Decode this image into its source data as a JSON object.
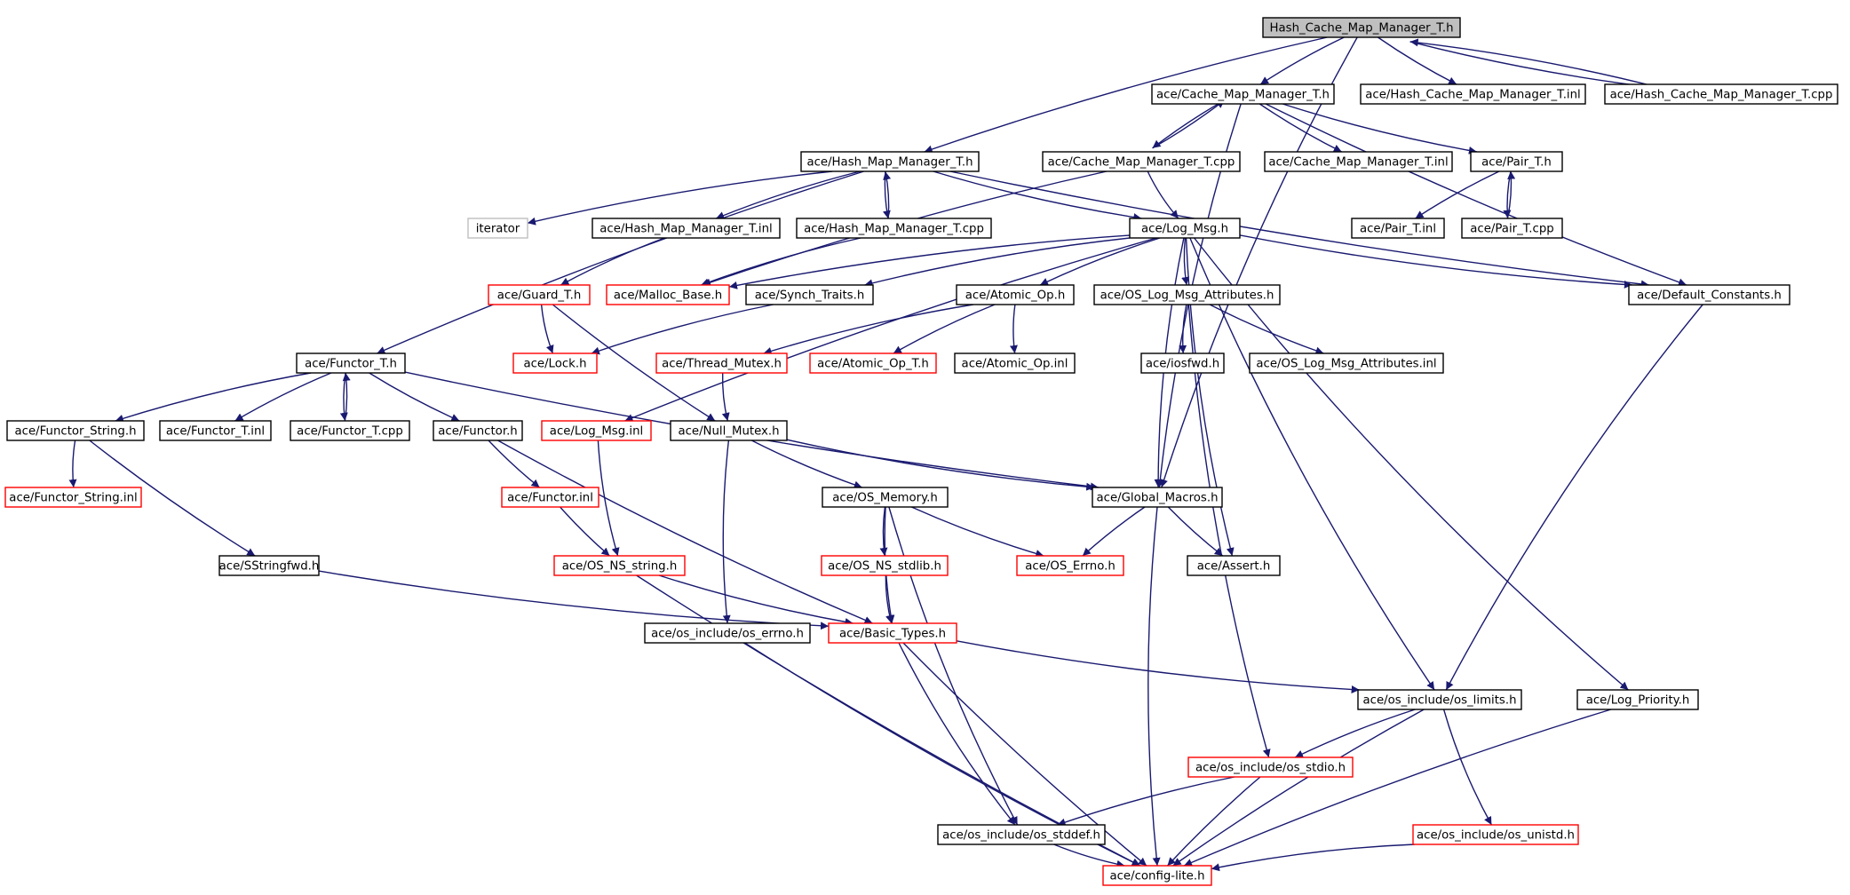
{
  "title": "Hash_Cache_Map_Manager_T.h",
  "colors": {
    "edge": "#191970",
    "root_fill": "#bfbfbf",
    "box_black": "#000000",
    "box_red": "#ff0000",
    "box_gray": "#bfbfbf"
  },
  "nodes": [
    {
      "id": "root",
      "label": "Hash_Cache_Map_Manager_T.h",
      "style": "root"
    },
    {
      "id": "cmm_h",
      "label": "ace/Cache_Map_Manager_T.h",
      "style": "black"
    },
    {
      "id": "hcmm_inl",
      "label": "ace/Hash_Cache_Map_Manager_T.inl",
      "style": "black"
    },
    {
      "id": "hcmm_cpp",
      "label": "ace/Hash_Cache_Map_Manager_T.cpp",
      "style": "black"
    },
    {
      "id": "hmm_h",
      "label": "ace/Hash_Map_Manager_T.h",
      "style": "black"
    },
    {
      "id": "cmm_cpp",
      "label": "ace/Cache_Map_Manager_T.cpp",
      "style": "black"
    },
    {
      "id": "cmm_inl",
      "label": "ace/Cache_Map_Manager_T.inl",
      "style": "black"
    },
    {
      "id": "pair_h",
      "label": "ace/Pair_T.h",
      "style": "black"
    },
    {
      "id": "iterator",
      "label": "iterator",
      "style": "gray"
    },
    {
      "id": "hmm_inl",
      "label": "ace/Hash_Map_Manager_T.inl",
      "style": "black"
    },
    {
      "id": "hmm_cpp",
      "label": "ace/Hash_Map_Manager_T.cpp",
      "style": "black"
    },
    {
      "id": "logmsg_h",
      "label": "ace/Log_Msg.h",
      "style": "black"
    },
    {
      "id": "pair_inl",
      "label": "ace/Pair_T.inl",
      "style": "black"
    },
    {
      "id": "pair_cpp",
      "label": "ace/Pair_T.cpp",
      "style": "black"
    },
    {
      "id": "guard",
      "label": "ace/Guard_T.h",
      "style": "red"
    },
    {
      "id": "malloc",
      "label": "ace/Malloc_Base.h",
      "style": "red"
    },
    {
      "id": "synch",
      "label": "ace/Synch_Traits.h",
      "style": "black"
    },
    {
      "id": "atomic_h",
      "label": "ace/Atomic_Op.h",
      "style": "black"
    },
    {
      "id": "oslma_h",
      "label": "ace/OS_Log_Msg_Attributes.h",
      "style": "black"
    },
    {
      "id": "defconst",
      "label": "ace/Default_Constants.h",
      "style": "black"
    },
    {
      "id": "functor_t_h",
      "label": "ace/Functor_T.h",
      "style": "black"
    },
    {
      "id": "lock",
      "label": "ace/Lock.h",
      "style": "red"
    },
    {
      "id": "thread_mutex",
      "label": "ace/Thread_Mutex.h",
      "style": "red"
    },
    {
      "id": "atomic_t",
      "label": "ace/Atomic_Op_T.h",
      "style": "red"
    },
    {
      "id": "atomic_inl",
      "label": "ace/Atomic_Op.inl",
      "style": "black"
    },
    {
      "id": "iosfwd",
      "label": "ace/iosfwd.h",
      "style": "black"
    },
    {
      "id": "oslma_inl",
      "label": "ace/OS_Log_Msg_Attributes.inl",
      "style": "black"
    },
    {
      "id": "functor_string_h",
      "label": "ace/Functor_String.h",
      "style": "black"
    },
    {
      "id": "functor_t_inl",
      "label": "ace/Functor_T.inl",
      "style": "black"
    },
    {
      "id": "functor_t_cpp",
      "label": "ace/Functor_T.cpp",
      "style": "black"
    },
    {
      "id": "functor_h",
      "label": "ace/Functor.h",
      "style": "black"
    },
    {
      "id": "logmsg_inl",
      "label": "ace/Log_Msg.inl",
      "style": "red"
    },
    {
      "id": "null_mutex",
      "label": "ace/Null_Mutex.h",
      "style": "black"
    },
    {
      "id": "functor_string_inl",
      "label": "ace/Functor_String.inl",
      "style": "red"
    },
    {
      "id": "functor_inl",
      "label": "ace/Functor.inl",
      "style": "red"
    },
    {
      "id": "os_memory",
      "label": "ace/OS_Memory.h",
      "style": "black"
    },
    {
      "id": "global_macros",
      "label": "ace/Global_Macros.h",
      "style": "black"
    },
    {
      "id": "sstringfwd",
      "label": "ace/SStringfwd.h",
      "style": "black"
    },
    {
      "id": "os_ns_string",
      "label": "ace/OS_NS_string.h",
      "style": "red"
    },
    {
      "id": "os_ns_stdlib",
      "label": "ace/OS_NS_stdlib.h",
      "style": "red"
    },
    {
      "id": "os_errno_ace",
      "label": "ace/OS_Errno.h",
      "style": "red"
    },
    {
      "id": "assert",
      "label": "ace/Assert.h",
      "style": "black"
    },
    {
      "id": "os_errno",
      "label": "ace/os_include/os_errno.h",
      "style": "black"
    },
    {
      "id": "basic_types",
      "label": "ace/Basic_Types.h",
      "style": "red"
    },
    {
      "id": "os_limits",
      "label": "ace/os_include/os_limits.h",
      "style": "black"
    },
    {
      "id": "log_priority",
      "label": "ace/Log_Priority.h",
      "style": "black"
    },
    {
      "id": "os_stdio",
      "label": "ace/os_include/os_stdio.h",
      "style": "red"
    },
    {
      "id": "os_stddef",
      "label": "ace/os_include/os_stddef.h",
      "style": "black"
    },
    {
      "id": "os_unistd",
      "label": "ace/os_include/os_unistd.h",
      "style": "red"
    },
    {
      "id": "config_lite",
      "label": "ace/config-lite.h",
      "style": "red"
    }
  ],
  "edges": [
    [
      "root",
      "cmm_h"
    ],
    [
      "root",
      "hcmm_inl"
    ],
    [
      "root",
      "hcmm_cpp"
    ],
    [
      "hcmm_cpp",
      "root"
    ],
    [
      "root",
      "hmm_h"
    ],
    [
      "root",
      "global_macros"
    ],
    [
      "cmm_h",
      "cmm_cpp"
    ],
    [
      "cmm_cpp",
      "cmm_h"
    ],
    [
      "cmm_h",
      "cmm_inl"
    ],
    [
      "cmm_h",
      "pair_h"
    ],
    [
      "cmm_h",
      "defconst"
    ],
    [
      "cmm_h",
      "global_macros"
    ],
    [
      "cmm_cpp",
      "logmsg_h"
    ],
    [
      "cmm_cpp",
      "malloc"
    ],
    [
      "pair_h",
      "pair_inl"
    ],
    [
      "pair_h",
      "pair_cpp"
    ],
    [
      "pair_cpp",
      "pair_h"
    ],
    [
      "hmm_h",
      "iterator"
    ],
    [
      "hmm_h",
      "hmm_inl"
    ],
    [
      "hmm_h",
      "hmm_cpp"
    ],
    [
      "hmm_cpp",
      "hmm_h"
    ],
    [
      "hmm_h",
      "logmsg_h"
    ],
    [
      "hmm_h",
      "defconst"
    ],
    [
      "hmm_h",
      "functor_t_h"
    ],
    [
      "hmm_inl",
      "guard"
    ],
    [
      "hmm_cpp",
      "malloc"
    ],
    [
      "logmsg_h",
      "synch"
    ],
    [
      "logmsg_h",
      "atomic_h"
    ],
    [
      "logmsg_h",
      "oslma_h"
    ],
    [
      "logmsg_h",
      "defconst"
    ],
    [
      "logmsg_h",
      "log_priority"
    ],
    [
      "logmsg_h",
      "global_macros"
    ],
    [
      "logmsg_h",
      "assert"
    ],
    [
      "logmsg_h",
      "os_limits"
    ],
    [
      "logmsg_h",
      "logmsg_inl"
    ],
    [
      "logmsg_h",
      "malloc"
    ],
    [
      "guard",
      "lock"
    ],
    [
      "guard",
      "null_mutex"
    ],
    [
      "synch",
      "lock"
    ],
    [
      "atomic_h",
      "thread_mutex"
    ],
    [
      "atomic_h",
      "atomic_t"
    ],
    [
      "atomic_h",
      "atomic_inl"
    ],
    [
      "oslma_h",
      "iosfwd"
    ],
    [
      "oslma_h",
      "oslma_inl"
    ],
    [
      "oslma_h",
      "os_stdio"
    ],
    [
      "defconst",
      "os_limits"
    ],
    [
      "functor_t_h",
      "functor_string_h"
    ],
    [
      "functor_t_h",
      "functor_t_inl"
    ],
    [
      "functor_t_h",
      "functor_t_cpp"
    ],
    [
      "functor_t_cpp",
      "functor_t_h"
    ],
    [
      "functor_t_h",
      "functor_h"
    ],
    [
      "functor_t_h",
      "global_macros"
    ],
    [
      "functor_string_h",
      "functor_string_inl"
    ],
    [
      "functor_string_h",
      "sstringfwd"
    ],
    [
      "functor_h",
      "functor_inl"
    ],
    [
      "functor_h",
      "basic_types"
    ],
    [
      "functor_inl",
      "os_ns_string"
    ],
    [
      "thread_mutex",
      "null_mutex"
    ],
    [
      "logmsg_inl",
      "os_ns_string"
    ],
    [
      "null_mutex",
      "os_memory"
    ],
    [
      "null_mutex",
      "global_macros"
    ],
    [
      "null_mutex",
      "os_errno"
    ],
    [
      "os_memory",
      "os_ns_stdlib"
    ],
    [
      "os_memory",
      "os_errno_ace"
    ],
    [
      "os_memory",
      "basic_types"
    ],
    [
      "os_memory",
      "os_stddef"
    ],
    [
      "global_macros",
      "os_errno_ace"
    ],
    [
      "global_macros",
      "assert"
    ],
    [
      "global_macros",
      "config_lite"
    ],
    [
      "sstringfwd",
      "basic_types"
    ],
    [
      "os_ns_string",
      "basic_types"
    ],
    [
      "os_ns_string",
      "config_lite"
    ],
    [
      "os_ns_stdlib",
      "basic_types"
    ],
    [
      "os_errno",
      "config_lite"
    ],
    [
      "basic_types",
      "os_limits"
    ],
    [
      "basic_types",
      "os_stddef"
    ],
    [
      "basic_types",
      "config_lite"
    ],
    [
      "os_limits",
      "os_stdio"
    ],
    [
      "os_limits",
      "os_unistd"
    ],
    [
      "os_limits",
      "config_lite"
    ],
    [
      "log_priority",
      "config_lite"
    ],
    [
      "os_stdio",
      "os_stddef"
    ],
    [
      "os_stdio",
      "config_lite"
    ],
    [
      "os_stddef",
      "config_lite"
    ],
    [
      "os_unistd",
      "config_lite"
    ]
  ]
}
